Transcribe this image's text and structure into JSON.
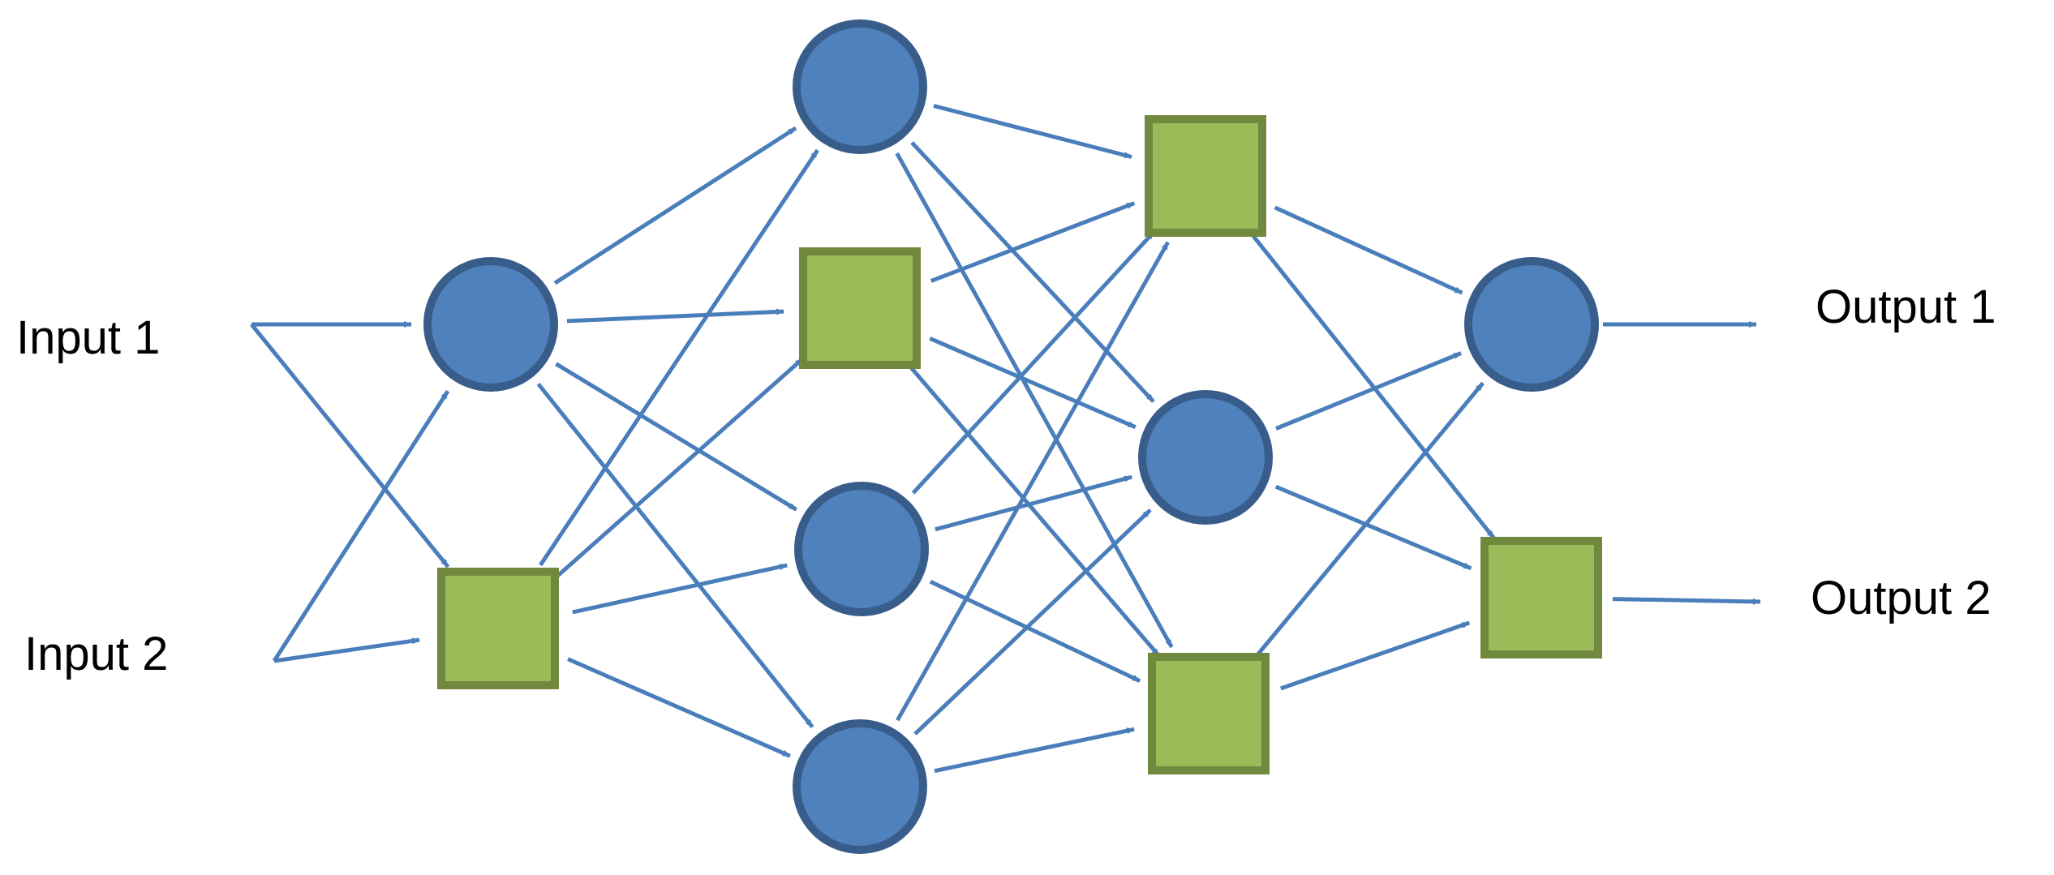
{
  "labels": {
    "input_1": "Input 1",
    "input_2": "Input 2",
    "output_1": "Output 1",
    "output_2": "Output 2"
  },
  "colors": {
    "circle_fill": "#4F81BD",
    "circle_stroke": "#385D8A",
    "square_fill": "#9BBB59",
    "square_stroke": "#71893F",
    "edge": "#4A7EBB",
    "text": "#000000"
  },
  "network": {
    "layers": [
      [
        "circle",
        "square"
      ],
      [
        "circle",
        "square",
        "circle",
        "circle"
      ],
      [
        "square",
        "circle",
        "square"
      ],
      [
        "circle",
        "square"
      ]
    ],
    "connectivity": "fully-connected"
  }
}
